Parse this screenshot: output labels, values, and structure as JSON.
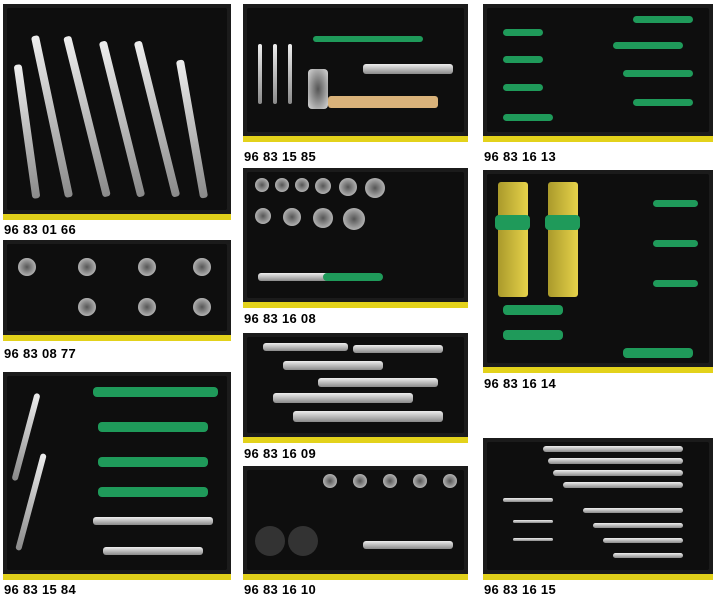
{
  "trays": [
    {
      "id": "96 83 01 66",
      "accent": "#e3d21b"
    },
    {
      "id": "96 83 08 77"
    },
    {
      "id": "96 83 15 84"
    },
    {
      "id": "96 83 15 85"
    },
    {
      "id": "96 83 16 08"
    },
    {
      "id": "96 83 16 09"
    },
    {
      "id": "96 83 16 10"
    },
    {
      "id": "96 83 16 13"
    },
    {
      "id": "96 83 16 14"
    },
    {
      "id": "96 83 16 15"
    }
  ]
}
